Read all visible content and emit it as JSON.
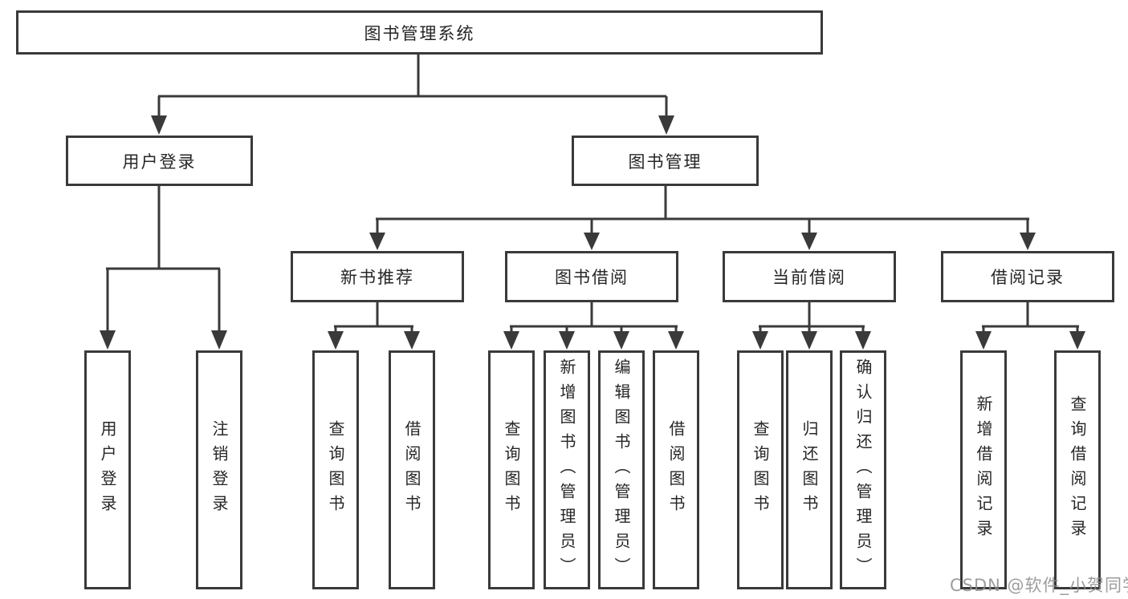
{
  "tree": {
    "label": "图书管理系统",
    "children": [
      {
        "label": "用户登录",
        "children": [
          {
            "label": "用户登录"
          },
          {
            "label": "注销登录"
          }
        ]
      },
      {
        "label": "图书管理",
        "children": [
          {
            "label": "新书推荐",
            "children": [
              {
                "label": "查询图书"
              },
              {
                "label": "借阅图书"
              }
            ]
          },
          {
            "label": "图书借阅",
            "children": [
              {
                "label": "查询图书"
              },
              {
                "label": "新增图书（管理员）"
              },
              {
                "label": "编辑图书（管理员）"
              },
              {
                "label": "借阅图书"
              }
            ]
          },
          {
            "label": "当前借阅",
            "children": [
              {
                "label": "查询图书"
              },
              {
                "label": "归还图书"
              },
              {
                "label": "确认归还（管理员）"
              }
            ]
          },
          {
            "label": "借阅记录",
            "children": [
              {
                "label": "新增借阅记录"
              },
              {
                "label": "查询借阅记录"
              }
            ]
          }
        ]
      }
    ]
  },
  "watermark": {
    "text": "CSDN @软件_小贺同学"
  },
  "colors": {
    "line": "#3a3a3a",
    "text": "#262626",
    "background": "#ffffff",
    "watermark": "#8c8c8c"
  }
}
